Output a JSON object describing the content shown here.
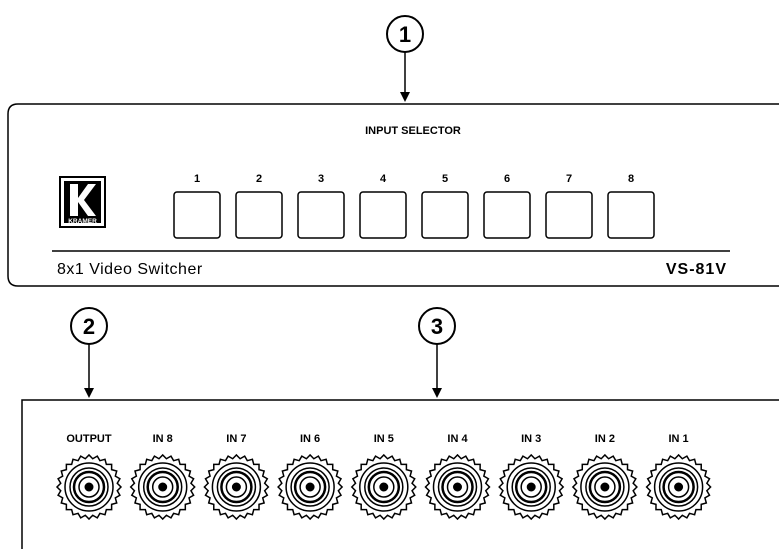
{
  "callouts": [
    "1",
    "2",
    "3"
  ],
  "front_panel": {
    "section_label": "INPUT SELECTOR",
    "buttons": [
      "1",
      "2",
      "3",
      "4",
      "5",
      "6",
      "7",
      "8"
    ],
    "logo_text": "KRAMER",
    "model_name": "8x1 Video Switcher",
    "model_code": "VS-81V"
  },
  "rear_panel": {
    "connectors": [
      "OUTPUT",
      "IN 8",
      "IN 7",
      "IN 6",
      "IN 5",
      "IN 4",
      "IN 3",
      "IN 2",
      "IN 1"
    ]
  }
}
